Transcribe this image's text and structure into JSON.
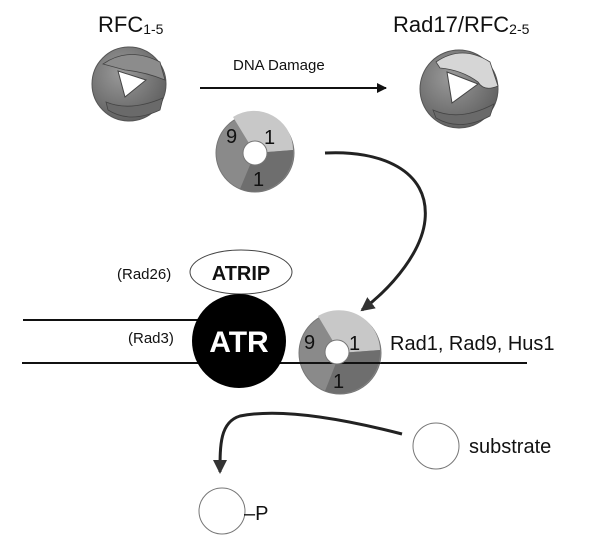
{
  "diagram": {
    "rfc": {
      "label": "RFC",
      "subscript": "1-5"
    },
    "rad17": {
      "label": "Rad17/RFC",
      "subscript": "2-5"
    },
    "arrow_label": "DNA Damage",
    "clamp_free": {
      "subunits": [
        "9",
        "1",
        "1"
      ]
    },
    "clamp_loaded": {
      "subunits": [
        "9",
        "1",
        "1"
      ],
      "label": "Rad1, Rad9, Hus1"
    },
    "atrip": {
      "label": "ATRIP",
      "alias": "(Rad26)"
    },
    "atr": {
      "label": "ATR",
      "alias": "(Rad3)"
    },
    "substrate": {
      "label": "substrate"
    },
    "product": {
      "label": "–P"
    },
    "colors": {
      "complex_dark": "#6e6e6e",
      "complex_mid": "#8a8a8a",
      "complex_light": "#c8c8c8",
      "atr_fill": "#000000",
      "line": "#111111"
    }
  }
}
